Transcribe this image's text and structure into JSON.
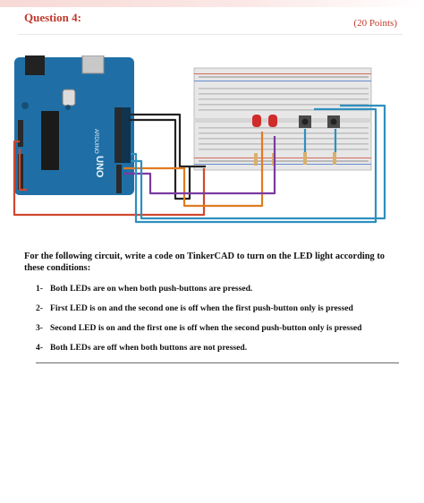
{
  "header": {
    "question": "Question 4:",
    "points": "(20 Points)"
  },
  "figure": {
    "board_brand": "ARDUINO",
    "board_model": "UNO",
    "icons": [
      "arduino-board",
      "breadboard",
      "red-led",
      "push-button",
      "resistor"
    ],
    "colors": {
      "board": "#1f6fa6",
      "wire_black": "#222222",
      "wire_red": "#d0482e",
      "wire_orange": "#e07b22",
      "wire_purple": "#7b3aa0",
      "wire_blue": "#2e8fbf",
      "led": "#d12c2c"
    }
  },
  "prompt": "For the following circuit, write a code on TinkerCAD to turn on the LED light according to these conditions:",
  "conditions": [
    {
      "num": "1-",
      "text": "Both LEDs are on when both push-buttons are pressed."
    },
    {
      "num": "2-",
      "text": "First LED is on and the second one is off when the first push-button only is pressed"
    },
    {
      "num": "3-",
      "text": "Second LED is on and the first one is off when the second push-button only is pressed"
    },
    {
      "num": "4-",
      "text": "Both LEDs are off when both buttons are not pressed."
    }
  ]
}
